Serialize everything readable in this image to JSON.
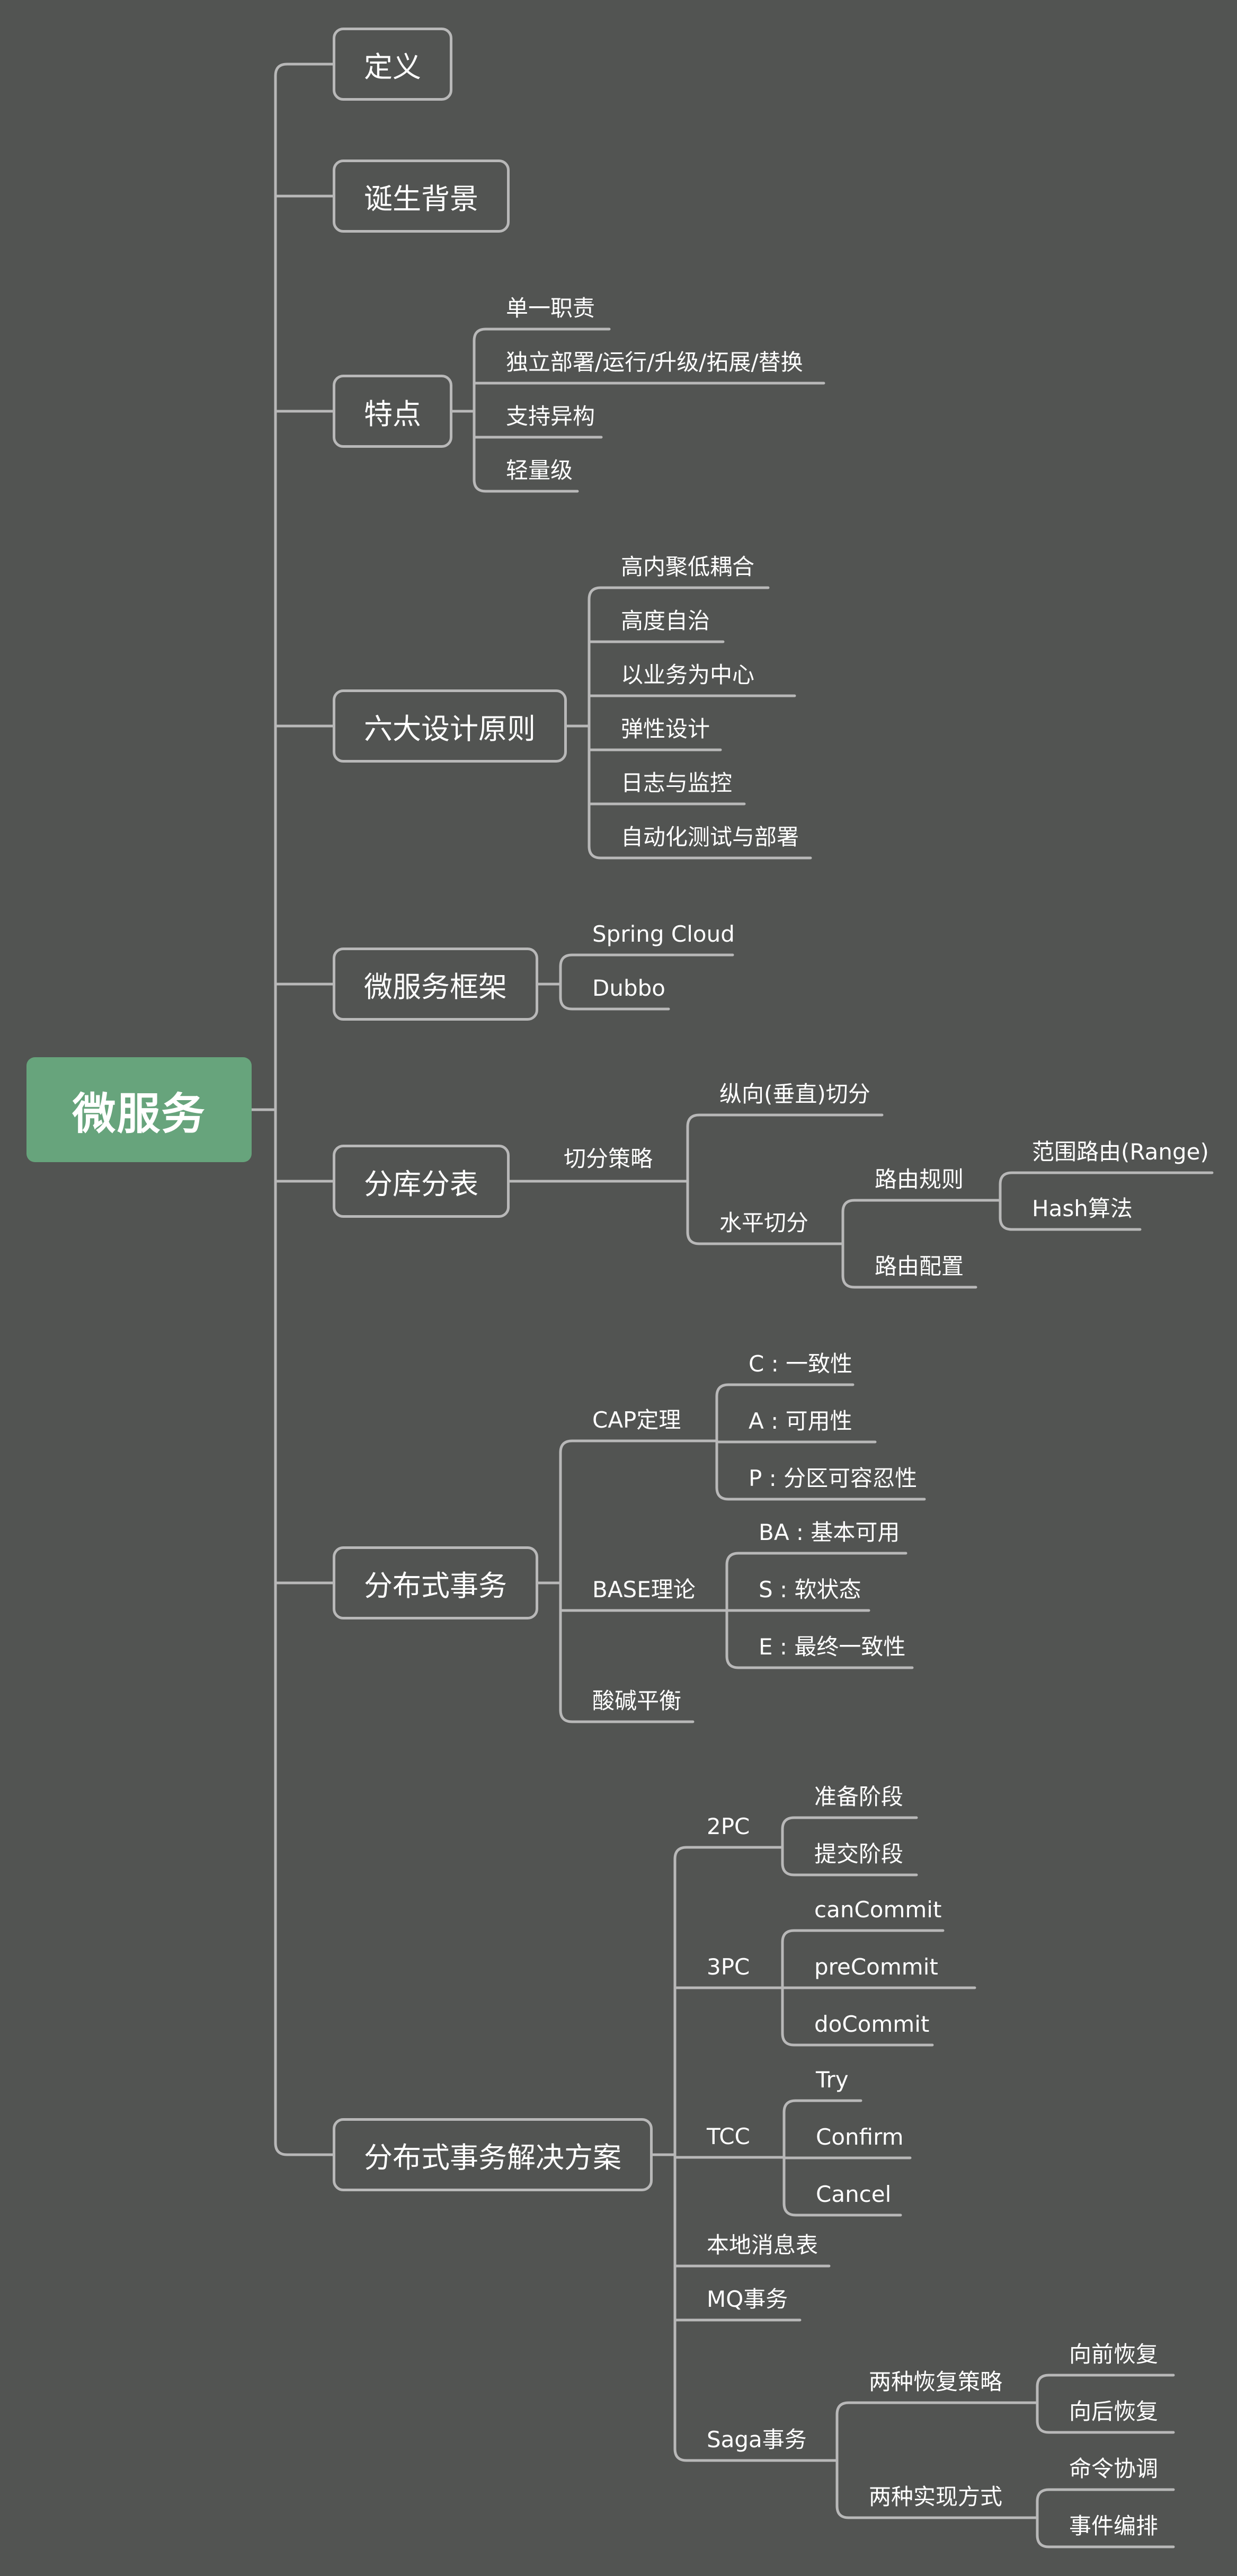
{
  "root": "微服务",
  "branches": {
    "definition": "定义",
    "background": "诞生背景",
    "features": {
      "title": "特点",
      "items": [
        "单一职责",
        "独立部署/运行/升级/拓展/替换",
        "支持异构",
        "轻量级"
      ]
    },
    "principles": {
      "title": "六大设计原则",
      "items": [
        "高内聚低耦合",
        "高度自治",
        "以业务为中心",
        "弹性设计",
        "日志与监控",
        "自动化测试与部署"
      ]
    },
    "frameworks": {
      "title": "微服务框架",
      "items": [
        "Spring Cloud",
        "Dubbo"
      ]
    },
    "sharding": {
      "title": "分库分表",
      "strategy": "切分策略",
      "vertical": "纵向(垂直)切分",
      "horizontal": "水平切分",
      "routing_rules": "路由规则",
      "range": "范围路由(Range)",
      "hash": "Hash算法",
      "routing_config": "路由配置"
    },
    "dist_tx": {
      "title": "分布式事务",
      "cap": "CAP定理",
      "cap_items": [
        "C : 一致性",
        "A : 可用性",
        "P : 分区可容忍性"
      ],
      "base": "BASE理论",
      "base_items": [
        "BA : 基本可用",
        "S : 软状态",
        "E : 最终一致性"
      ],
      "acid": "酸碱平衡"
    },
    "dist_tx_solutions": {
      "title": "分布式事务解决方案",
      "pc2": "2PC",
      "pc2_items": [
        "准备阶段",
        "提交阶段"
      ],
      "pc3": "3PC",
      "pc3_items": [
        "canCommit",
        "preCommit",
        "doCommit"
      ],
      "tcc": "TCC",
      "tcc_items": [
        "Try",
        "Confirm",
        "Cancel"
      ],
      "local_msg": "本地消息表",
      "mq": "MQ事务",
      "saga": "Saga事务",
      "recovery": "两种恢复策略",
      "recovery_items": [
        "向前恢复",
        "向后恢复"
      ],
      "impl": "两种实现方式",
      "impl_items": [
        "命令协调",
        "事件编排"
      ]
    }
  }
}
